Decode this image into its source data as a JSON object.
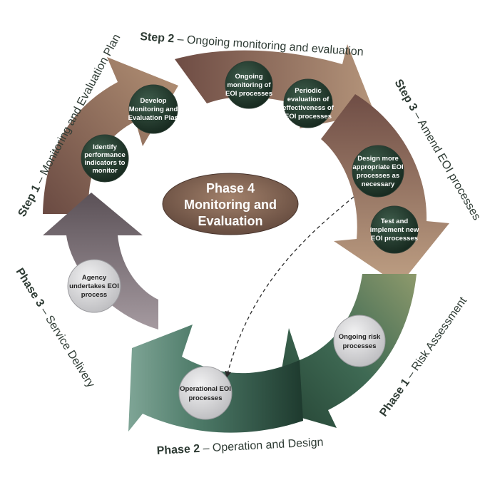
{
  "center": {
    "lines": [
      "Phase 4",
      "Monitoring and",
      "Evaluation"
    ]
  },
  "ring_labels": [
    {
      "id": "step1",
      "bold": "Step 1",
      "rest": " – Monitoring and Evaluation Plan"
    },
    {
      "id": "step2",
      "bold": "Step 2",
      "rest": " – Ongoing monitoring and evaluation"
    },
    {
      "id": "step3",
      "bold": "Step 3",
      "rest": " – Amend EOI processes"
    },
    {
      "id": "phase1",
      "bold": "Phase 1",
      "rest": " – Risk Assessment"
    },
    {
      "id": "phase2",
      "bold": "Phase 2",
      "rest": " – Operation and Design"
    },
    {
      "id": "phase3",
      "bold": "Phase 3",
      "rest": " – Service Delivery"
    }
  ],
  "nodes": [
    {
      "id": "identify",
      "lines": [
        "Identify",
        "performance",
        "indicators to",
        "monitor"
      ],
      "style": "dark"
    },
    {
      "id": "develop",
      "lines": [
        "Develop",
        "Monitoring and",
        "Evaluation Plan"
      ],
      "style": "dark"
    },
    {
      "id": "ongoing-monitoring",
      "lines": [
        "Ongoing",
        "monitoring of",
        "EOI processes"
      ],
      "style": "dark"
    },
    {
      "id": "periodic",
      "lines": [
        "Periodic",
        "evaluation of",
        "effectiveness of",
        "EOI processes"
      ],
      "style": "dark"
    },
    {
      "id": "design-more",
      "lines": [
        "Design more",
        "appropriate EOI",
        "processes as",
        "necessary"
      ],
      "style": "dark"
    },
    {
      "id": "test-implement",
      "lines": [
        "Test and",
        "implement new",
        "EOI processes"
      ],
      "style": "dark"
    },
    {
      "id": "ongoing-risk",
      "lines": [
        "Ongoing risk",
        "processes"
      ],
      "style": "light"
    },
    {
      "id": "operational",
      "lines": [
        "Operational EOI",
        "processes"
      ],
      "style": "light"
    },
    {
      "id": "agency",
      "lines": [
        "Agency",
        "undertakes EOI",
        "process"
      ],
      "style": "light"
    }
  ],
  "colors": {
    "brown_dark": "#6f4e44",
    "brown_light": "#b89a7e",
    "green_dark": "#2d4a3c",
    "green_mid": "#4d7a66",
    "gray_dark": "#5e5459",
    "gray_light": "#9a9095",
    "node_dark": "#1f3529",
    "node_light": "#d6d6d8",
    "label_text": "#2e3b34"
  }
}
